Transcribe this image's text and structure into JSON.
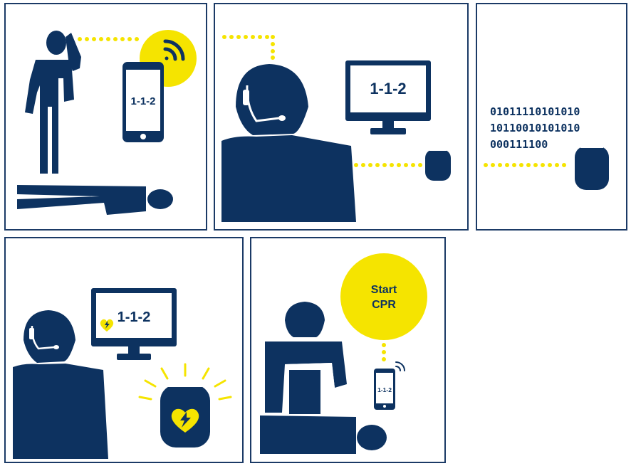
{
  "colors": {
    "navy": "#0d3260",
    "yellow": "#f5e400",
    "frame": "#1b3a66",
    "white": "#ffffff"
  },
  "panel1": {
    "phone_text": "1-1-2",
    "icons": [
      "person-on-phone-icon",
      "smartphone-icon",
      "wifi-signal-icon",
      "lying-person-icon"
    ]
  },
  "panel2": {
    "monitor_text": "1-1-2",
    "icons": [
      "dispatcher-headset-icon",
      "monitor-icon",
      "aed-device-icon"
    ]
  },
  "panel3": {
    "binary_lines": [
      "01011110101010",
      "10110010101010",
      "000111100"
    ],
    "icons": [
      "aed-device-icon"
    ]
  },
  "panel4": {
    "monitor_text": "1-1-2",
    "icons": [
      "dispatcher-headset-icon",
      "monitor-icon",
      "heart-bolt-icon",
      "glowing-aed-icon"
    ]
  },
  "panel5": {
    "bubble_line1": "Start",
    "bubble_line2": "CPR",
    "phone_text": "1-1-2",
    "icons": [
      "cpr-responder-icon",
      "smartphone-icon",
      "lying-person-icon"
    ]
  }
}
